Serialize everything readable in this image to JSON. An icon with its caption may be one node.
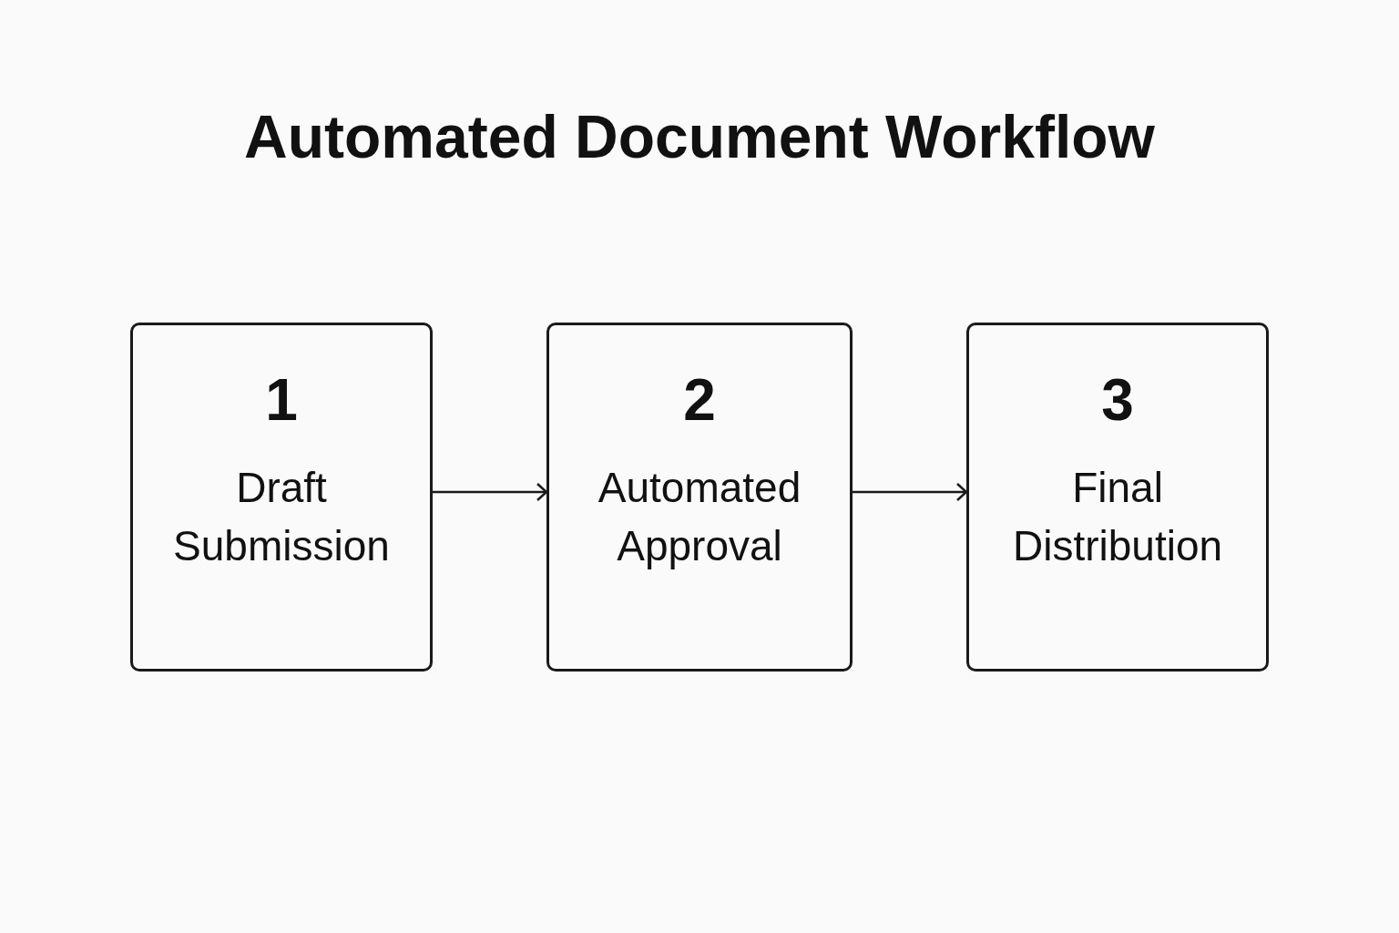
{
  "diagram": {
    "title": "Automated Document Workflow",
    "nodes": [
      {
        "text": [
          "1",
          "Draft Submission"
        ]
      },
      {
        "text": [
          "2",
          "Automated Approval"
        ]
      },
      {
        "text": [
          "3",
          "Final Distribution"
        ]
      }
    ],
    "edges": [
      {
        "from": 0,
        "to": 1,
        "arrow": "to"
      },
      {
        "from": 1,
        "to": 2,
        "arrow": "to"
      }
    ]
  }
}
